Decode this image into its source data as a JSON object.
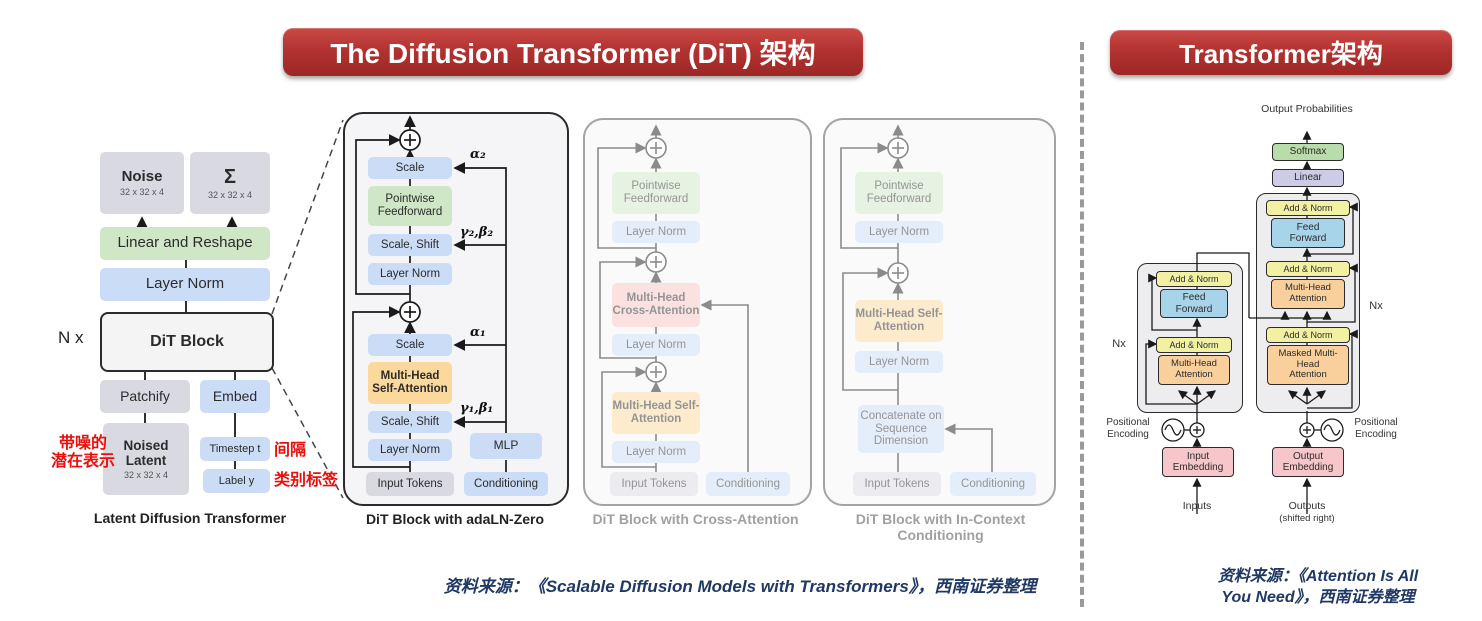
{
  "banners": {
    "dit_title": "The Diffusion Transformer (DiT) 架构",
    "transformer_title": "Transformer架构"
  },
  "colors": {
    "banner_red": "#b23331",
    "annotation_red": "#e8100c",
    "source_text_navy": "#1f3864",
    "box_blue": "#cbdcf7",
    "box_green": "#cfe7c6",
    "box_orange": "#fbd89c",
    "box_gray": "#d9d9e2",
    "box_pink": "#f9c6c2"
  },
  "ldt": {
    "caption": "Latent Diffusion Transformer",
    "n_x": "N x",
    "noise_label": "Noise",
    "noise_dims": "32 x 32 x 4",
    "sigma_label": "Σ",
    "sigma_dims": "32 x 32 x 4",
    "linear_reshape": "Linear and Reshape",
    "layer_norm": "Layer Norm",
    "dit_block": "DiT Block",
    "patchify": "Patchify",
    "embed": "Embed",
    "noised_latent_label": "Noised Latent",
    "noised_latent_dims": "32 x 32 x 4",
    "timestep": "Timestep t",
    "label_y": "Label y",
    "ann_noised_line1": "带噪的",
    "ann_noised_line2": "潜在表示",
    "ann_timestep": "间隔",
    "ann_label": "类别标签"
  },
  "adaln": {
    "caption": "DiT Block with adaLN-Zero",
    "scale": "Scale",
    "pointwise_feedforward": "Pointwise Feedforward",
    "scale_shift": "Scale, Shift",
    "layer_norm": "Layer Norm",
    "multi_head_self_attention": "Multi-Head Self-Attention",
    "mlp": "MLP",
    "input_tokens": "Input Tokens",
    "conditioning": "Conditioning",
    "alpha2": "α₂",
    "gamma_beta2": "γ₂,β₂",
    "alpha1": "α₁",
    "gamma_beta1": "γ₁,β₁"
  },
  "cross": {
    "caption": "DiT Block with Cross-Attention",
    "pointwise_feedforward": "Pointwise Feedforward",
    "layer_norm": "Layer Norm",
    "multi_head_cross_attention": "Multi-Head Cross-Attention",
    "multi_head_self_attention": "Multi-Head Self-Attention",
    "input_tokens": "Input Tokens",
    "conditioning": "Conditioning"
  },
  "incontext": {
    "caption": "DiT Block with In-Context Conditioning",
    "pointwise_feedforward": "Pointwise Feedforward",
    "layer_norm": "Layer Norm",
    "multi_head_self_attention": "Multi-Head Self-Attention",
    "concatenate": "Concatenate on Sequence Dimension",
    "input_tokens": "Input Tokens",
    "conditioning": "Conditioning"
  },
  "transformer": {
    "output_probabilities": "Output Probabilities",
    "softmax": "Softmax",
    "linear": "Linear",
    "add_norm": "Add & Norm",
    "feed_forward": "Feed Forward",
    "multi_head_attention": "Multi-Head Attention",
    "masked_multi_head_attention": "Masked Multi-Head Attention",
    "nx": "Nx",
    "positional_encoding": "Positional Encoding",
    "input_embedding": "Input Embedding",
    "output_embedding": "Output Embedding",
    "inputs": "Inputs",
    "outputs_line1": "Outputs",
    "outputs_line2": "(shifted right)"
  },
  "sources": {
    "dit_source": "资料来源：《Scalable Diffusion Models with Transformers》，西南证券整理",
    "transformer_source_line1": "资料来源：《Attention Is All",
    "transformer_source_line2": "You Need》，西南证券整理"
  }
}
